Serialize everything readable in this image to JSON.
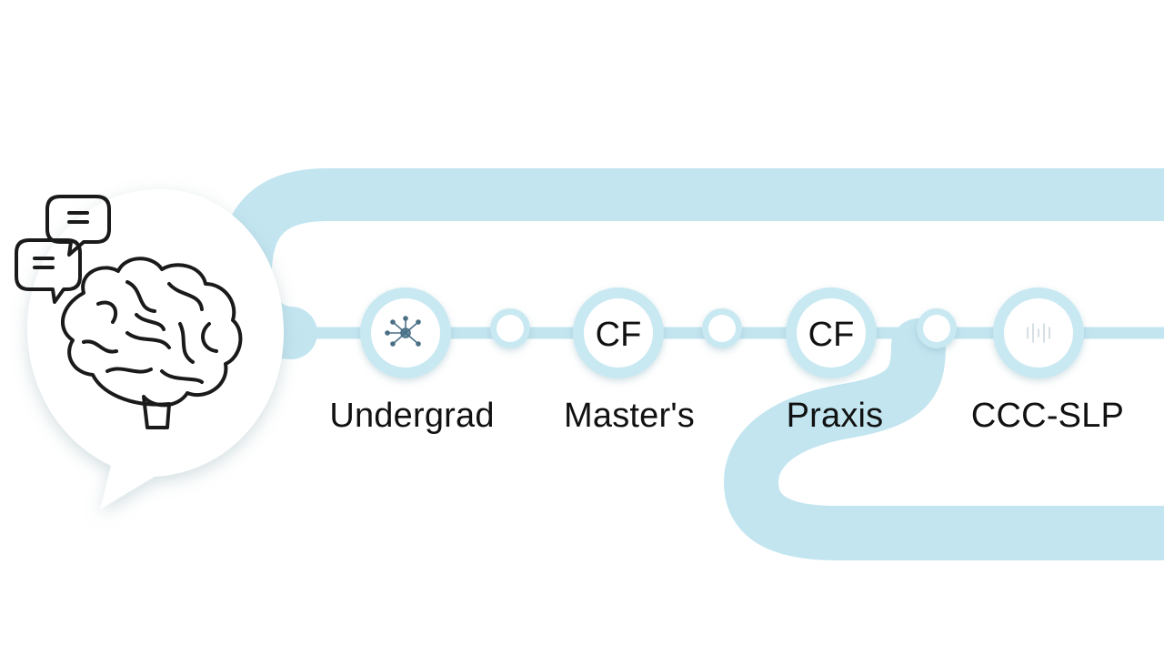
{
  "steps": [
    {
      "id": "undergrad",
      "label": "Undergrad",
      "icon": "neuron-icon",
      "icon_text": ""
    },
    {
      "id": "masters",
      "label": "Master's",
      "icon": "cf-text",
      "icon_text": "CF"
    },
    {
      "id": "praxis",
      "label": "Praxis",
      "icon": "cf-text",
      "icon_text": "CF"
    },
    {
      "id": "ccc-slp",
      "label": "CCC-SLP",
      "icon": "sound-wave-icon",
      "icon_text": ""
    }
  ],
  "intro_icon": "brain-with-speech-bubbles-icon",
  "colors": {
    "track": "#bfe4ef",
    "track_light": "#d9f0f6",
    "node_ring": "#bfe4ef",
    "node_fill": "#ffffff",
    "text": "#111111"
  }
}
